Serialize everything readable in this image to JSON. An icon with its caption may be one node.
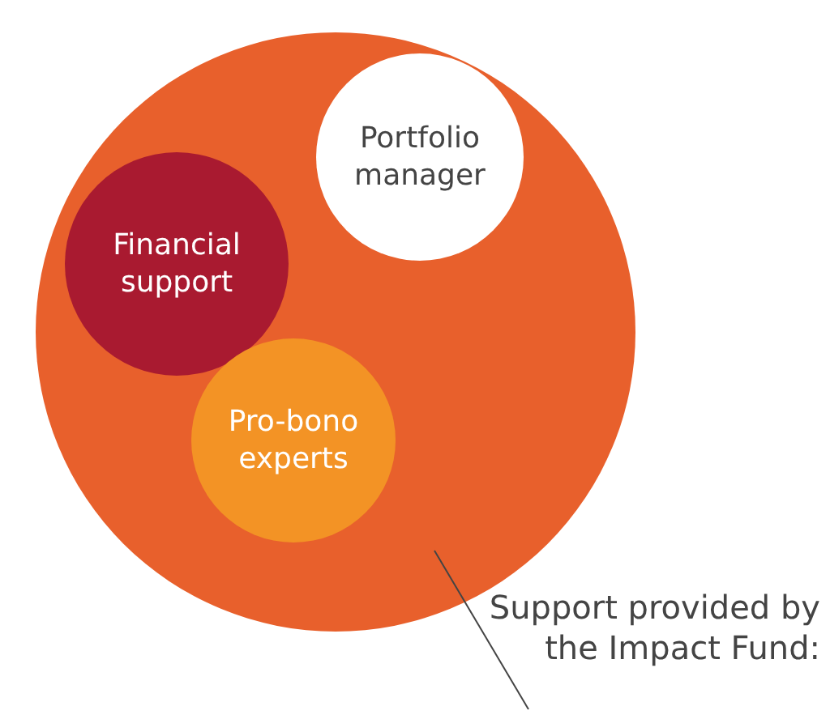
{
  "diagram": {
    "nodes": [
      {
        "text": [],
        "shape": "circle"
      },
      {
        "text": [
          "Financial support"
        ],
        "in": 0
      },
      {
        "text": [
          "Portfolio manager"
        ],
        "in": 0
      },
      {
        "text": [
          "Pro-bono experts"
        ],
        "in": 0
      },
      {
        "text": [
          "Support provided by the Impact Fund:"
        ]
      }
    ],
    "edges": [
      {
        "from": 4,
        "to": 0,
        "arrow": "none"
      }
    ]
  }
}
